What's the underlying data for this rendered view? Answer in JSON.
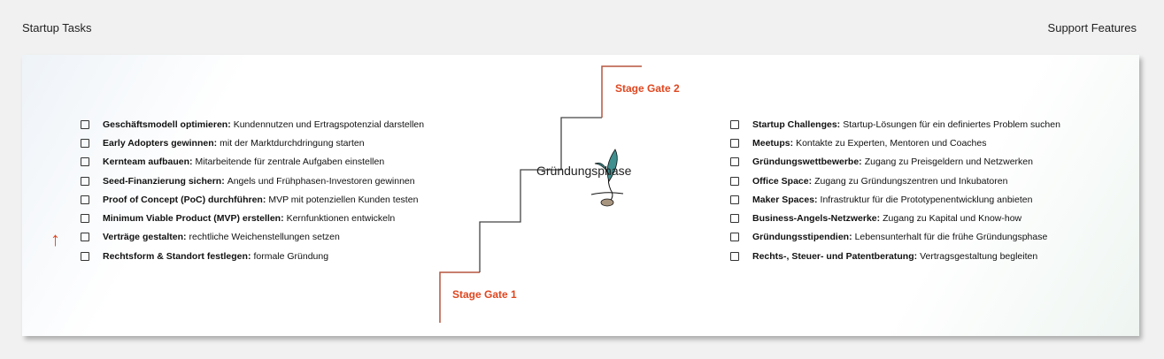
{
  "headers": {
    "left": "Startup Tasks",
    "right": "Support Features"
  },
  "center": {
    "phase": "Gründungsphase",
    "gate1": "Stage Gate 1",
    "gate2": "Stage Gate 2"
  },
  "tasks": [
    {
      "bold": "Geschäftsmodell optimieren:",
      "text": "Kundennutzen und Ertragspotenzial darstellen"
    },
    {
      "bold": "Early Adopters gewinnen:",
      "text": "mit der Marktdurchdringung starten"
    },
    {
      "bold": "Kernteam aufbauen:",
      "text": "Mitarbeitende für zentrale Aufgaben einstellen"
    },
    {
      "bold": "Seed-Finanzierung sichern:",
      "text": "Angels und Frühphasen-Investoren gewinnen"
    },
    {
      "bold": "Proof of Concept (PoC) durchführen:",
      "text": "MVP mit potenziellen Kunden testen"
    },
    {
      "bold": "Minimum Viable Product (MVP) erstellen:",
      "text": "Kernfunktionen entwickeln"
    },
    {
      "bold": "Verträge gestalten:",
      "text": "rechtliche Weichenstellungen setzen"
    },
    {
      "bold": "Rechtsform & Standort festlegen:",
      "text": "formale Gründung"
    }
  ],
  "features": [
    {
      "bold": "Startup Challenges:",
      "text": "Startup-Lösungen für ein definiertes Problem suchen"
    },
    {
      "bold": "Meetups:",
      "text": "Kontakte zu Experten, Mentoren und Coaches"
    },
    {
      "bold": "Gründungswettbewerbe:",
      "text": "Zugang zu Preisgeldern und Netzwerken"
    },
    {
      "bold": "Office Space:",
      "text": "Zugang zu Gründungszentren und Inkubatoren"
    },
    {
      "bold": "Maker Spaces:",
      "text": "Infrastruktur für die Prototypenentwicklung anbieten"
    },
    {
      "bold": "Business-Angels-Netzwerke:",
      "text": "Zugang zu Kapital und Know-how"
    },
    {
      "bold": "Gründungsstipendien:",
      "text": "Lebensunterhalt für die frühe Gründungsphase"
    },
    {
      "bold": "Rechts-, Steuer- und Patentberatung:",
      "text": "Vertragsgestaltung begleiten"
    }
  ],
  "colors": {
    "accent": "#e0461f",
    "stair": "#333333",
    "gate_line": "#b5553f",
    "leaf": "#3f8f8f",
    "seed": "#a89580"
  }
}
